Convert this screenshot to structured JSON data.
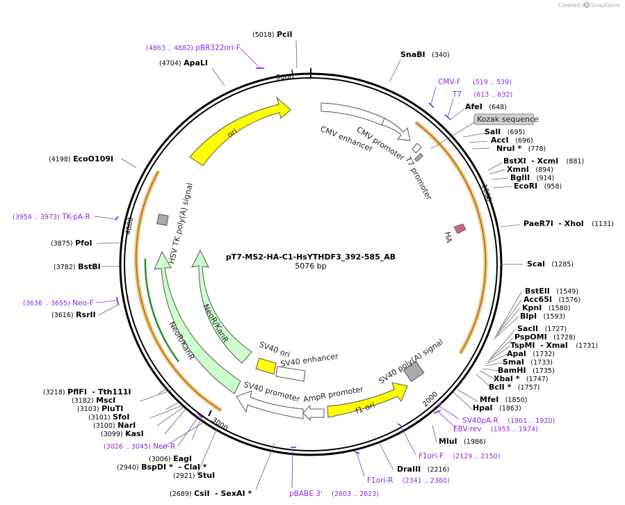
{
  "credit": "Created by",
  "brand": "SnapGene",
  "plasmid": {
    "name": "pT7-MS2-HA-C1-HsYTHDF3_392-585_AB",
    "size": "5076 bp"
  },
  "ticks": [
    "1000",
    "2000",
    "3000",
    "4000",
    "5000"
  ],
  "features": {
    "ori": "ori",
    "cmv_enh": "CMV enhancer",
    "cmv_prom": "CMV promoter",
    "t7_prom": "T7 promoter",
    "ha": "HA",
    "kozak": "Kozak sequence",
    "hsv": "HSV TK poly(A) signal",
    "neo_inner": "NeoR/KanR",
    "neo_outer": "NeoR/KanR",
    "sv40ori": "SV40 ori",
    "sv40enh": "SV40 enhancer",
    "sv40prom": "SV40 promoter",
    "ampr": "AmpR promoter",
    "f1ori": "f1 ori",
    "sv40pa": "SV40 poly(A) signal"
  },
  "sites": {
    "pcil": {
      "name": "PciI",
      "pos": "(5018)"
    },
    "snabi": {
      "name": "SnaBI",
      "pos": "(340)"
    },
    "apali": {
      "name": "ApaLI",
      "pos": "(4704)"
    },
    "afei": {
      "name": "AfeI",
      "pos": "(648)"
    },
    "sali": {
      "name": "SalI",
      "pos": "(695)"
    },
    "acci": {
      "name": "AccI",
      "pos": "(696)"
    },
    "nrui": {
      "name": "NruI *",
      "pos": "(778)"
    },
    "bstxi": {
      "name": "BstXI",
      "name2": "- XcmI",
      "pos": "(881)"
    },
    "xmni": {
      "name": "XmnI",
      "pos": "(894)"
    },
    "bglii": {
      "name": "BglII",
      "pos": "(914)"
    },
    "ecori": {
      "name": "EcoRI",
      "pos": "(958)"
    },
    "ecoo109i": {
      "name": "EcoO109I",
      "pos": "(4198)"
    },
    "paer7i": {
      "name": "PaeR7I",
      "name2": "- XhoI",
      "pos": "(1131)"
    },
    "pfoi": {
      "name": "PfoI",
      "pos": "(3875)"
    },
    "scai": {
      "name": "ScaI",
      "pos": "(1285)"
    },
    "bstbi": {
      "name": "BstBI",
      "pos": "(3782)"
    },
    "bsteii": {
      "name": "BstEII",
      "pos": "(1549)"
    },
    "acc65i": {
      "name": "Acc65I",
      "pos": "(1576)"
    },
    "kpni": {
      "name": "KpnI",
      "pos": "(1580)"
    },
    "blpi": {
      "name": "BlpI",
      "pos": "(1593)"
    },
    "rsrii": {
      "name": "RsrII",
      "pos": "(3616)"
    },
    "sacii": {
      "name": "SacII",
      "pos": "(1727)"
    },
    "pspomi": {
      "name": "PspOMI",
      "pos": "(1728)"
    },
    "tspmi": {
      "name": "TspMI",
      "name2": "- XmaI",
      "pos": "(1731)"
    },
    "apai": {
      "name": "ApaI",
      "pos": "(1732)"
    },
    "smai": {
      "name": "SmaI",
      "pos": "(1733)"
    },
    "bamhi": {
      "name": "BamHI",
      "pos": "(1735)"
    },
    "xbai": {
      "name": "XbaI *",
      "pos": "(1747)"
    },
    "bcli": {
      "name": "BclI *",
      "pos": "(1757)"
    },
    "pflfi": {
      "name": "PflFI",
      "name2": "- Tth111I",
      "pos": "(3218)"
    },
    "msci": {
      "name": "MscI",
      "pos": "(3182)"
    },
    "pluti": {
      "name": "PluTI",
      "pos": "(3103)"
    },
    "sfoi": {
      "name": "SfoI",
      "pos": "(3101)"
    },
    "nari": {
      "name": "NarI",
      "pos": "(3100)"
    },
    "kasi": {
      "name": "KasI",
      "pos": "(3099)"
    },
    "mfei": {
      "name": "MfeI",
      "pos": "(1850)"
    },
    "hpai": {
      "name": "HpaI",
      "pos": "(1863)"
    },
    "mlui": {
      "name": "MluI",
      "pos": "(1986)"
    },
    "eagi": {
      "name": "EagI",
      "pos": "(3006)"
    },
    "bspdi": {
      "name": "BspDI *",
      "name2": "- ClaI *",
      "pos": "(2940)"
    },
    "stui": {
      "name": "StuI",
      "pos": "(2921)"
    },
    "draiii": {
      "name": "DraIII",
      "pos": "(2216)"
    },
    "csii": {
      "name": "CsiI",
      "name2": "- SexAI *",
      "pos": "(2689)"
    }
  },
  "primers": {
    "pbr322": {
      "name": "pBR322ori-F",
      "range": "(4863 .. 4882)"
    },
    "cmvf": {
      "name": "CMV-F",
      "range": "(519 .. 539)"
    },
    "t7": {
      "name": "T7",
      "range": "(613 .. 632)"
    },
    "tkpar": {
      "name": "TK-pA-R",
      "range": "(3954 .. 3973)"
    },
    "neof": {
      "name": "Neo-F",
      "range": "(3636 .. 3655)"
    },
    "sv40par": {
      "name": "SV40pA-R",
      "range": "(1901 .. 1920)"
    },
    "ebvrev": {
      "name": "EBV-rev",
      "range": "(1955 .. 1974)"
    },
    "neor": {
      "name": "Neo-R",
      "range": "(3026 .. 3045)"
    },
    "f1orif": {
      "name": "F1ori-F",
      "range": "(2129 .. 2150)"
    },
    "f1orir": {
      "name": "F1ori-R",
      "range": "(2341 .. 2360)"
    },
    "pbabe": {
      "name": "pBABE 3'",
      "range": "(2603 .. 2623)"
    }
  },
  "colors": {
    "yellow": "#ffff00",
    "green": "#ccffcc",
    "primer": "#8a2be2",
    "orange": "#f4c27a",
    "gray": "#a7acb2",
    "ha": "#cc6688"
  }
}
